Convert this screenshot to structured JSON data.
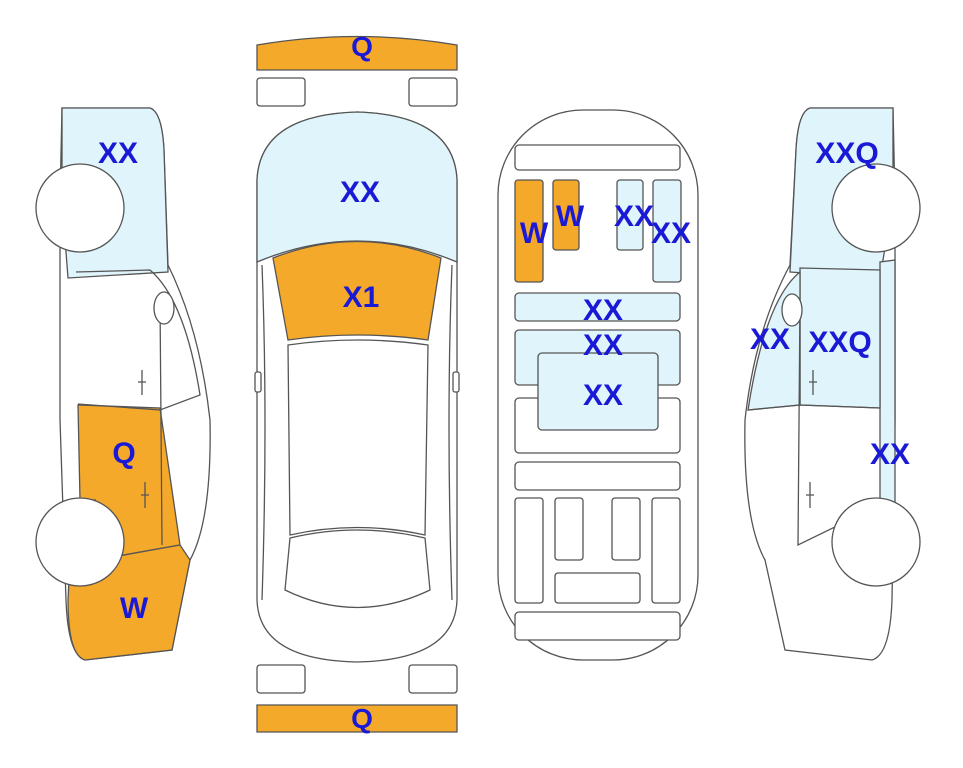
{
  "colors": {
    "label": "#1a1ad6",
    "marked_orange": "#f5a92b",
    "marked_blue": "#dff4fb",
    "outline": "#555555"
  },
  "labels": {
    "front_bumper": "Q",
    "rear_bumper": "Q",
    "top_hood": "XX",
    "top_windshield": "X1",
    "left_front_fender": "XX",
    "left_rear_door": "Q",
    "left_rear_quarter": "W",
    "under_left_1": "W",
    "under_left_2": "W",
    "under_right_1": "XX",
    "under_right_2": "XX",
    "under_crossmember_1": "XX",
    "under_crossmember_2": "XX",
    "under_center": "XX",
    "right_front_fender": "XXQ",
    "right_rocker": "XX",
    "right_door": "XXQ",
    "right_rear_quarter": "XX"
  }
}
